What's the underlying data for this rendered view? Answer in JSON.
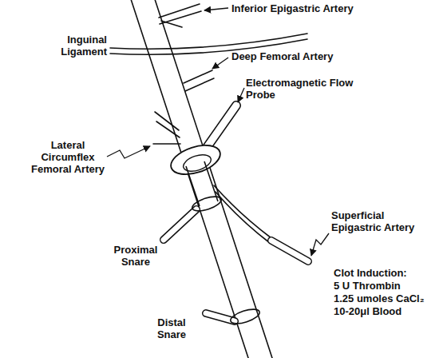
{
  "diagram": {
    "labels": [
      "Inferior Epigastric Artery",
      "Inguinal Ligament",
      "Deep Femoral Artery",
      "Electromagnetic Flow Probe",
      "Lateral Circumflex Femoral Artery",
      "Superficial Epigastric Artery",
      "Clot Induction:",
      "5 U Thrombin",
      "1.25 umoles CaCl₂",
      "10-20μl Blood",
      "Proximal Snare",
      "Distal Snare"
    ]
  }
}
